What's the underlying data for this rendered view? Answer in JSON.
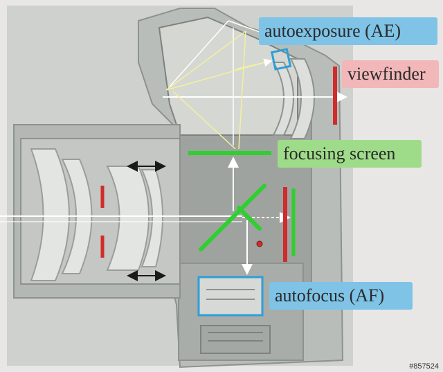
{
  "labels": {
    "autoexposure": "autoexposure (AE)",
    "viewfinder": "viewfinder",
    "focusing_screen": "focusing screen",
    "autofocus": "autofocus (AF)"
  },
  "watermark": "#857524",
  "colors": {
    "ae_af_blue": "#2e9fd6",
    "viewfinder_red": "#d12b2b",
    "focus_green": "#2fcf2f",
    "path_yellow": "#f3f0a0",
    "light_white": "#ffffff",
    "arrow_black": "#1a1a1a",
    "camera_gray": "#c8cbc7"
  },
  "icons": {
    "lens": "lens-element-icon",
    "mirror": "reflex-mirror-icon",
    "sensor": "sensor-box-icon"
  }
}
